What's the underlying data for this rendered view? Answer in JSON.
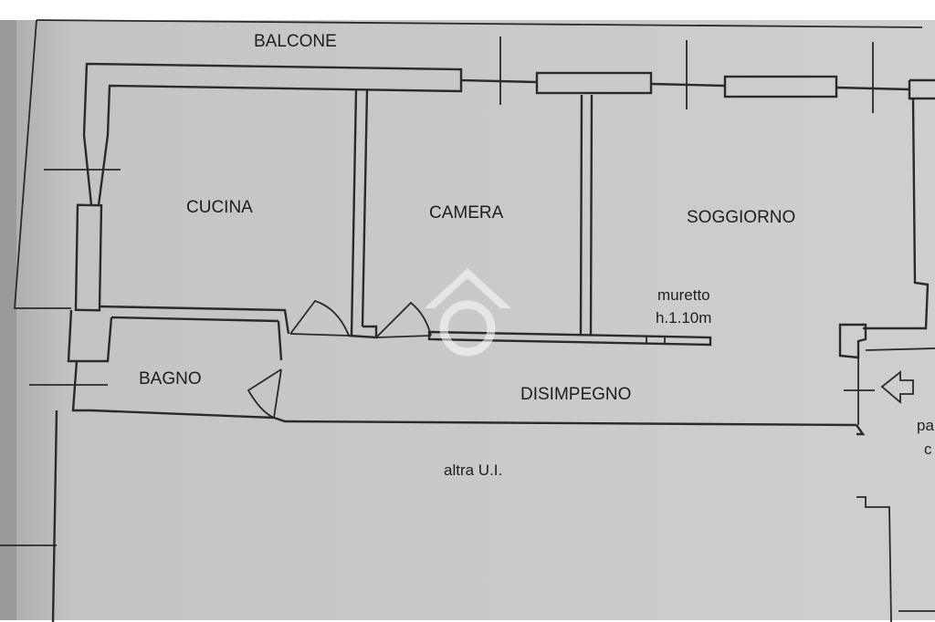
{
  "plan": {
    "rooms": {
      "balcone": "BALCONE",
      "cucina": "CUCINA",
      "camera": "CAMERA",
      "soggiorno": "SOGGIORNO",
      "bagno": "BAGNO",
      "disimpegno": "DISIMPEGNO",
      "altra_ui": "altra U.I."
    },
    "notes": {
      "muretto_line1": "muretto",
      "muretto_line2": "h.1.10m",
      "edge_text_1": "pa",
      "edge_text_2": "c"
    },
    "icons": {
      "entrance": "entrance-arrow-icon",
      "watermark": "home-watermark-icon"
    },
    "colors": {
      "paper": "#c8c8c6",
      "ink": "#2a2a2a",
      "left_strip": "#9e9e9c"
    }
  }
}
